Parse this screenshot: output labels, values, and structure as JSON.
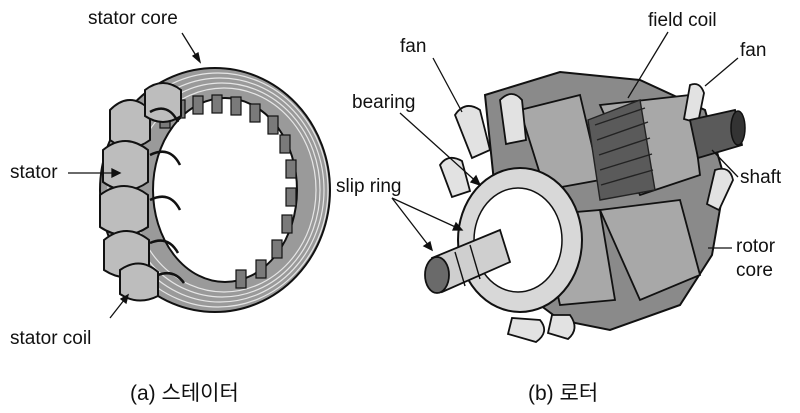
{
  "stator_panel": {
    "caption": "(a) 스테이터",
    "labels": {
      "stator_core": "stator core",
      "stator": "stator",
      "stator_coil": "stator coil"
    }
  },
  "rotor_panel": {
    "caption": "(b) 로터",
    "labels": {
      "fan_left": "fan",
      "field_coil": "field coil",
      "fan_right": "fan",
      "bearing": "bearing",
      "shaft": "shaft",
      "slip_ring": "slip ring",
      "rotor_core_line1": "rotor",
      "rotor_core_line2": "core"
    }
  },
  "colors": {
    "ink": "#111111",
    "shade_dark": "#555555",
    "shade_mid": "#8a8a8a",
    "shade_light": "#c4c4c4"
  }
}
